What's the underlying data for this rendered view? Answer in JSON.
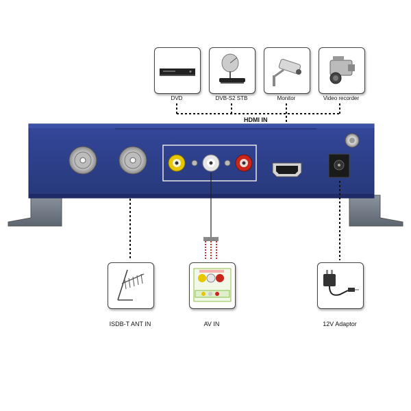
{
  "top_devices": [
    {
      "label": "DVD",
      "icon": "dvd-player-icon"
    },
    {
      "label": "DVB-S2 STB",
      "icon": "satellite-dish-icon"
    },
    {
      "label": "Monitor",
      "icon": "security-camera-icon"
    },
    {
      "label": "Video recorder",
      "icon": "camcorder-icon"
    }
  ],
  "hdmi_label": "HDMI IN",
  "bottom_items": [
    {
      "label": "ISDB-T ANT IN",
      "icon": "antenna-icon"
    },
    {
      "label": "AV  IN",
      "icon": "av-connector-icon"
    },
    {
      "label": "12V Adaptor",
      "icon": "power-adaptor-icon"
    }
  ],
  "colors": {
    "device_body": "#2e3f86",
    "device_dark": "#1e2b66",
    "bracket": "#6f7a86",
    "rca_yellow": "#e8c600",
    "rca_white": "#e6e6e6",
    "rca_red": "#c8261b"
  }
}
